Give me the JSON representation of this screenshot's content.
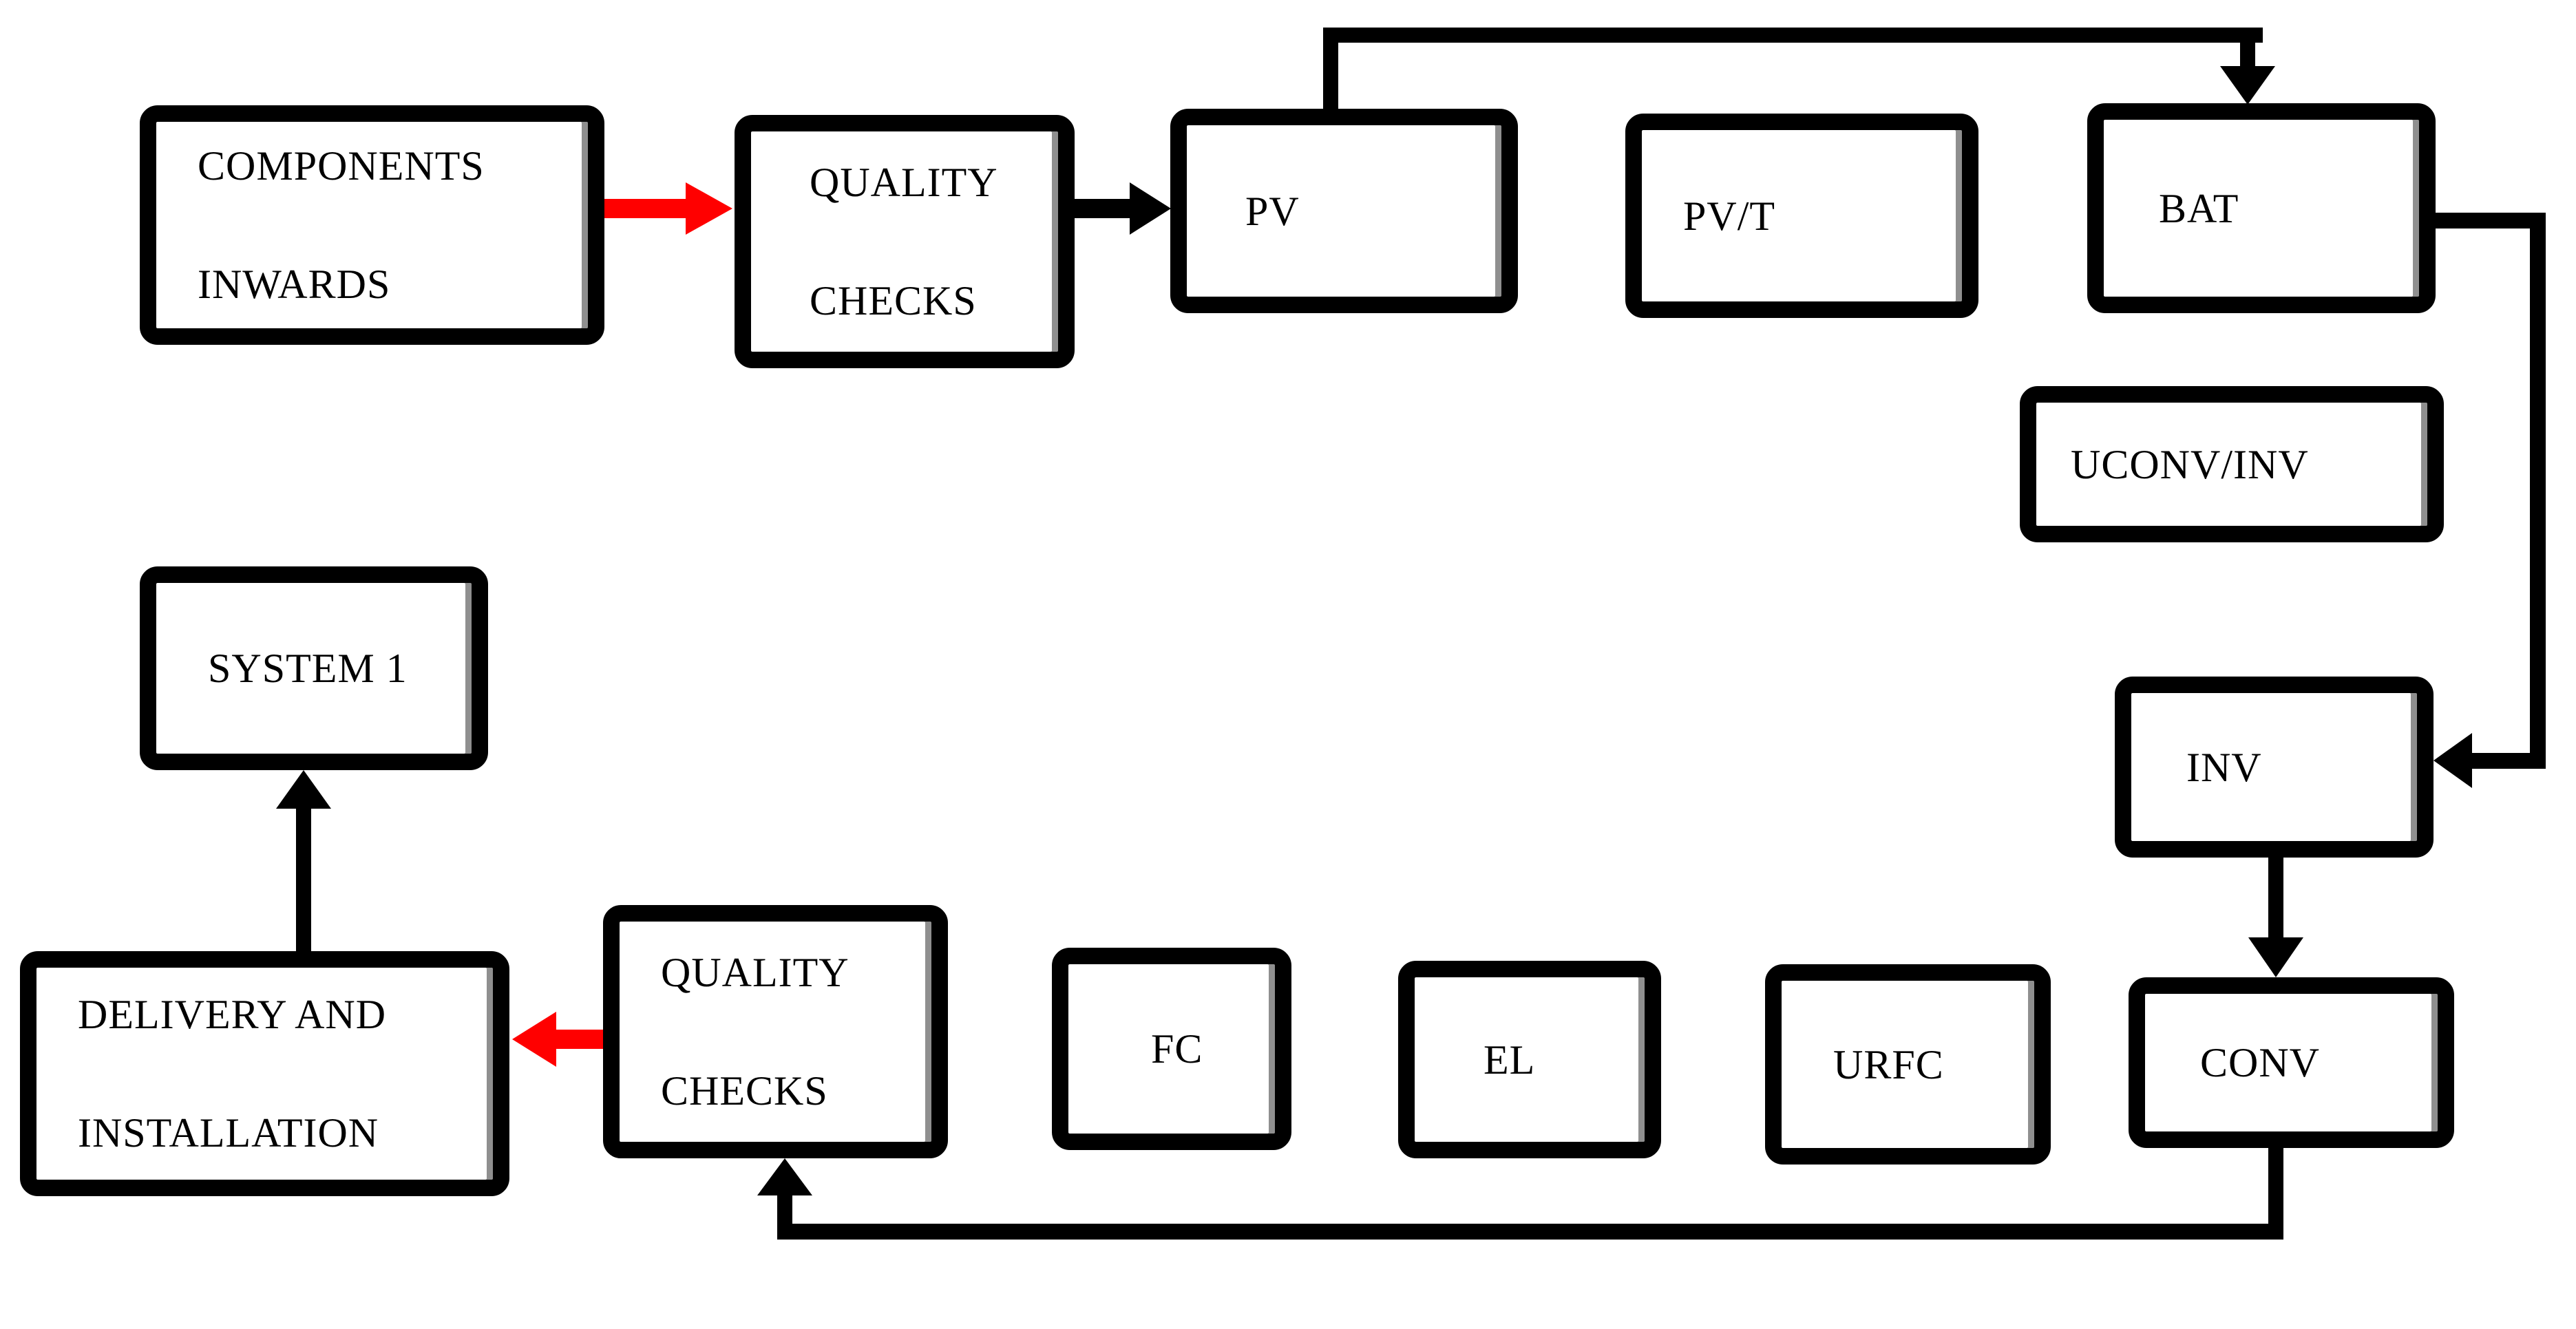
{
  "diagram": {
    "background_color": "#ffffff",
    "box_fill_color": "#ffffff",
    "box_border_color": "#000000",
    "box_inner_shadow_color": "#8f8f8f",
    "connector_color": "#000000",
    "highlight_arrow_color": "#ff0000"
  },
  "nodes": {
    "components_inwards": {
      "lines": [
        "COMPONENTS",
        "INWARDS"
      ]
    },
    "quality_checks_top": {
      "lines": [
        "QUALITY",
        "CHECKS"
      ]
    },
    "pv": {
      "label": "PV"
    },
    "pvt": {
      "label": "PV/T"
    },
    "bat": {
      "label": "BAT"
    },
    "uconv_inv": {
      "label": "UCONV/INV"
    },
    "inv": {
      "label": "INV"
    },
    "conv": {
      "label": "CONV"
    },
    "fc": {
      "label": "FC"
    },
    "el": {
      "label": "EL"
    },
    "urfc": {
      "label": "URFC"
    },
    "quality_checks_bottom": {
      "lines": [
        "QUALITY",
        "CHECKS"
      ]
    },
    "delivery_installation": {
      "lines": [
        "DELIVERY AND",
        "INSTALLATION"
      ]
    },
    "system_1": {
      "label": "SYSTEM 1"
    }
  },
  "edges": [
    {
      "from": "components_inwards",
      "to": "quality_checks_top",
      "type": "block-arrow",
      "color": "#ff0000",
      "direction": "right"
    },
    {
      "from": "quality_checks_top",
      "to": "pv",
      "type": "block-arrow",
      "color": "#000000",
      "direction": "right"
    },
    {
      "from": "pv",
      "to": "bat",
      "type": "elbow-line",
      "color": "#000000",
      "route": "up, right along top, down into top of BAT"
    },
    {
      "from": "bat",
      "to": "inv",
      "type": "elbow-line",
      "color": "#000000",
      "route": "right, down past UCONV/INV, left into right side of INV"
    },
    {
      "from": "inv",
      "to": "conv",
      "type": "straight-line",
      "color": "#000000",
      "direction": "down"
    },
    {
      "from": "conv",
      "to": "quality_checks_bottom",
      "type": "elbow-line",
      "color": "#000000",
      "route": "down, left along bottom, up into bottom of QUALITY CHECKS"
    },
    {
      "from": "quality_checks_bottom",
      "to": "delivery_installation",
      "type": "block-arrow",
      "color": "#ff0000",
      "direction": "left"
    },
    {
      "from": "delivery_installation",
      "to": "system_1",
      "type": "straight-line",
      "color": "#000000",
      "direction": "up"
    }
  ]
}
